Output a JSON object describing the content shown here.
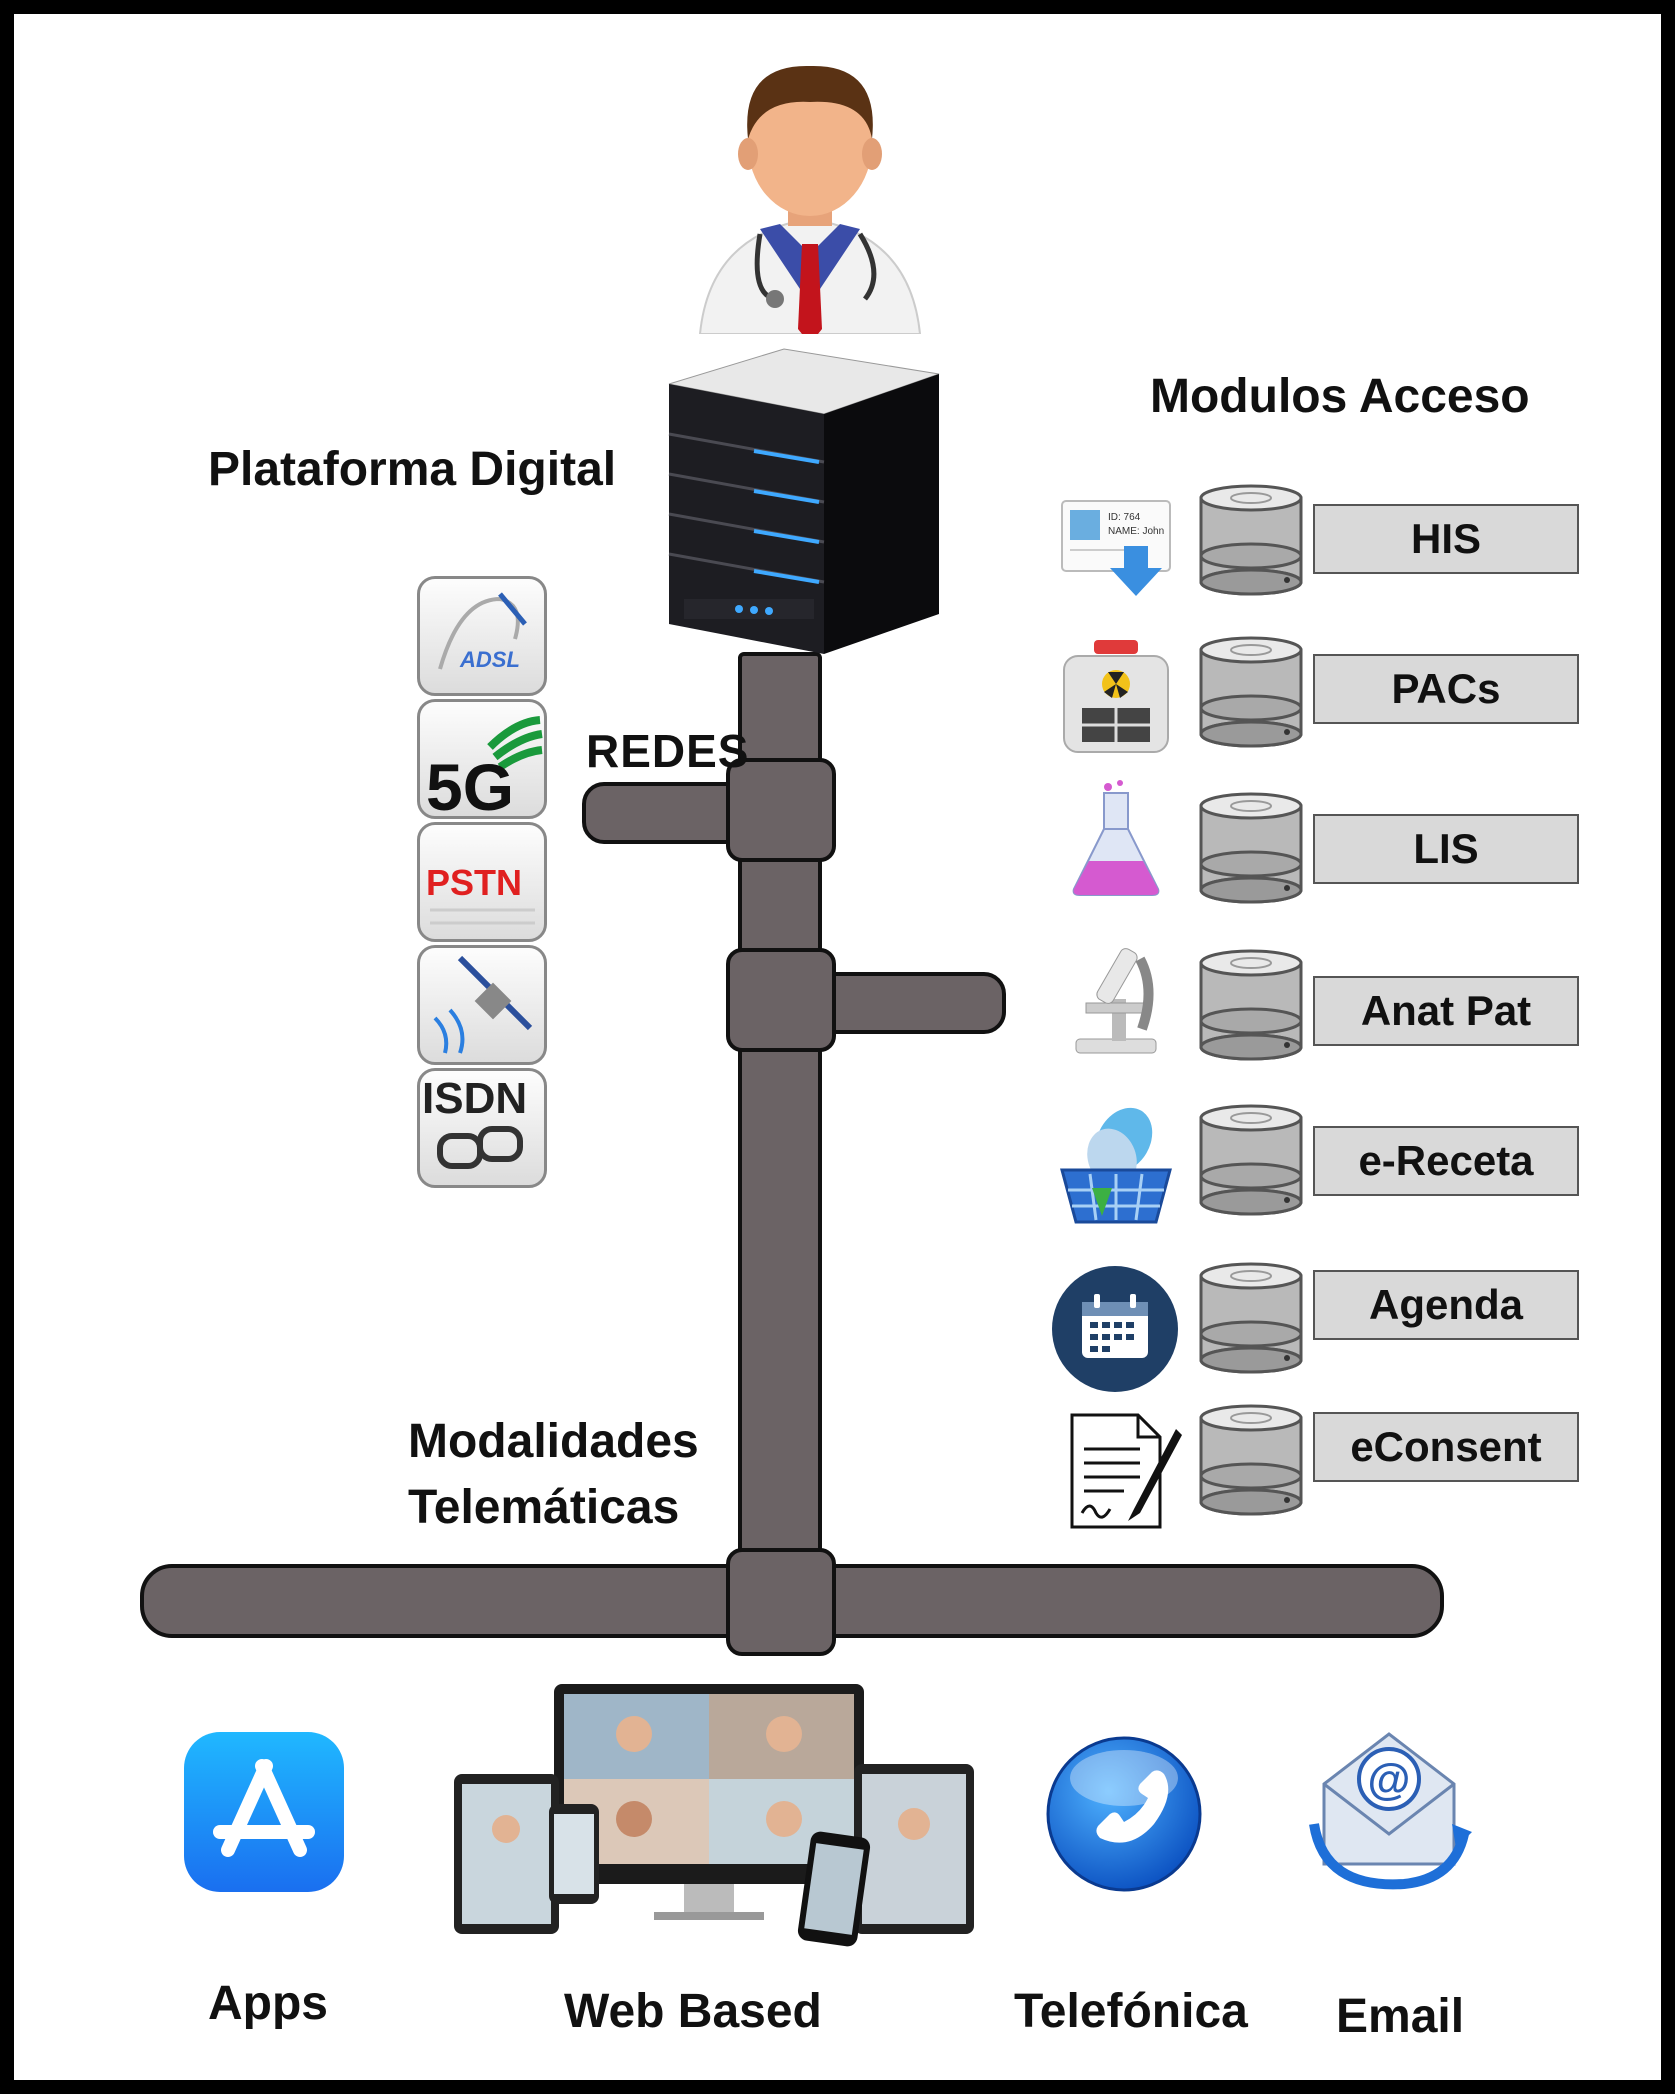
{
  "labels": {
    "platform": "Plataforma Digital",
    "modulos": "Modulos Acceso",
    "redes": "REDES",
    "modalidades_line1": "Modalidades",
    "modalidades_line2": "Telemáticas"
  },
  "networks": [
    {
      "label": "ADSL",
      "icon": "adsl-icon"
    },
    {
      "label": "5G",
      "icon": "5g-icon"
    },
    {
      "label": "PSTN",
      "icon": "pstn-icon"
    },
    {
      "label": "",
      "icon": "satellite-icon"
    },
    {
      "label": "ISDN",
      "icon": "isdn-icon"
    }
  ],
  "modules": [
    {
      "label": "HIS",
      "icon": "patient-id-card-icon"
    },
    {
      "label": "PACs",
      "icon": "radiology-case-icon"
    },
    {
      "label": "LIS",
      "icon": "lab-flask-icon"
    },
    {
      "label": "Anat Pat",
      "icon": "microscope-icon"
    },
    {
      "label": "e-Receta",
      "icon": "prescription-basket-icon"
    },
    {
      "label": "Agenda",
      "icon": "calendar-icon"
    },
    {
      "label": "eConsent",
      "icon": "signed-document-icon"
    }
  ],
  "modalities": [
    {
      "label": "Apps",
      "icon": "app-store-icon"
    },
    {
      "label": "Web Based",
      "icon": "multi-device-video-icon"
    },
    {
      "label": "Telefónica",
      "icon": "phone-icon"
    },
    {
      "label": "Email",
      "icon": "email-icon"
    }
  ],
  "icon_samples": {
    "his_card_line1": "ID: 764",
    "his_card_line2": "NAME: John"
  },
  "colors": {
    "pipe": "#6b6365",
    "module_box": "#d9d9d9",
    "app_blue": "#1e8fff",
    "calendar_navy": "#1f3f66"
  }
}
